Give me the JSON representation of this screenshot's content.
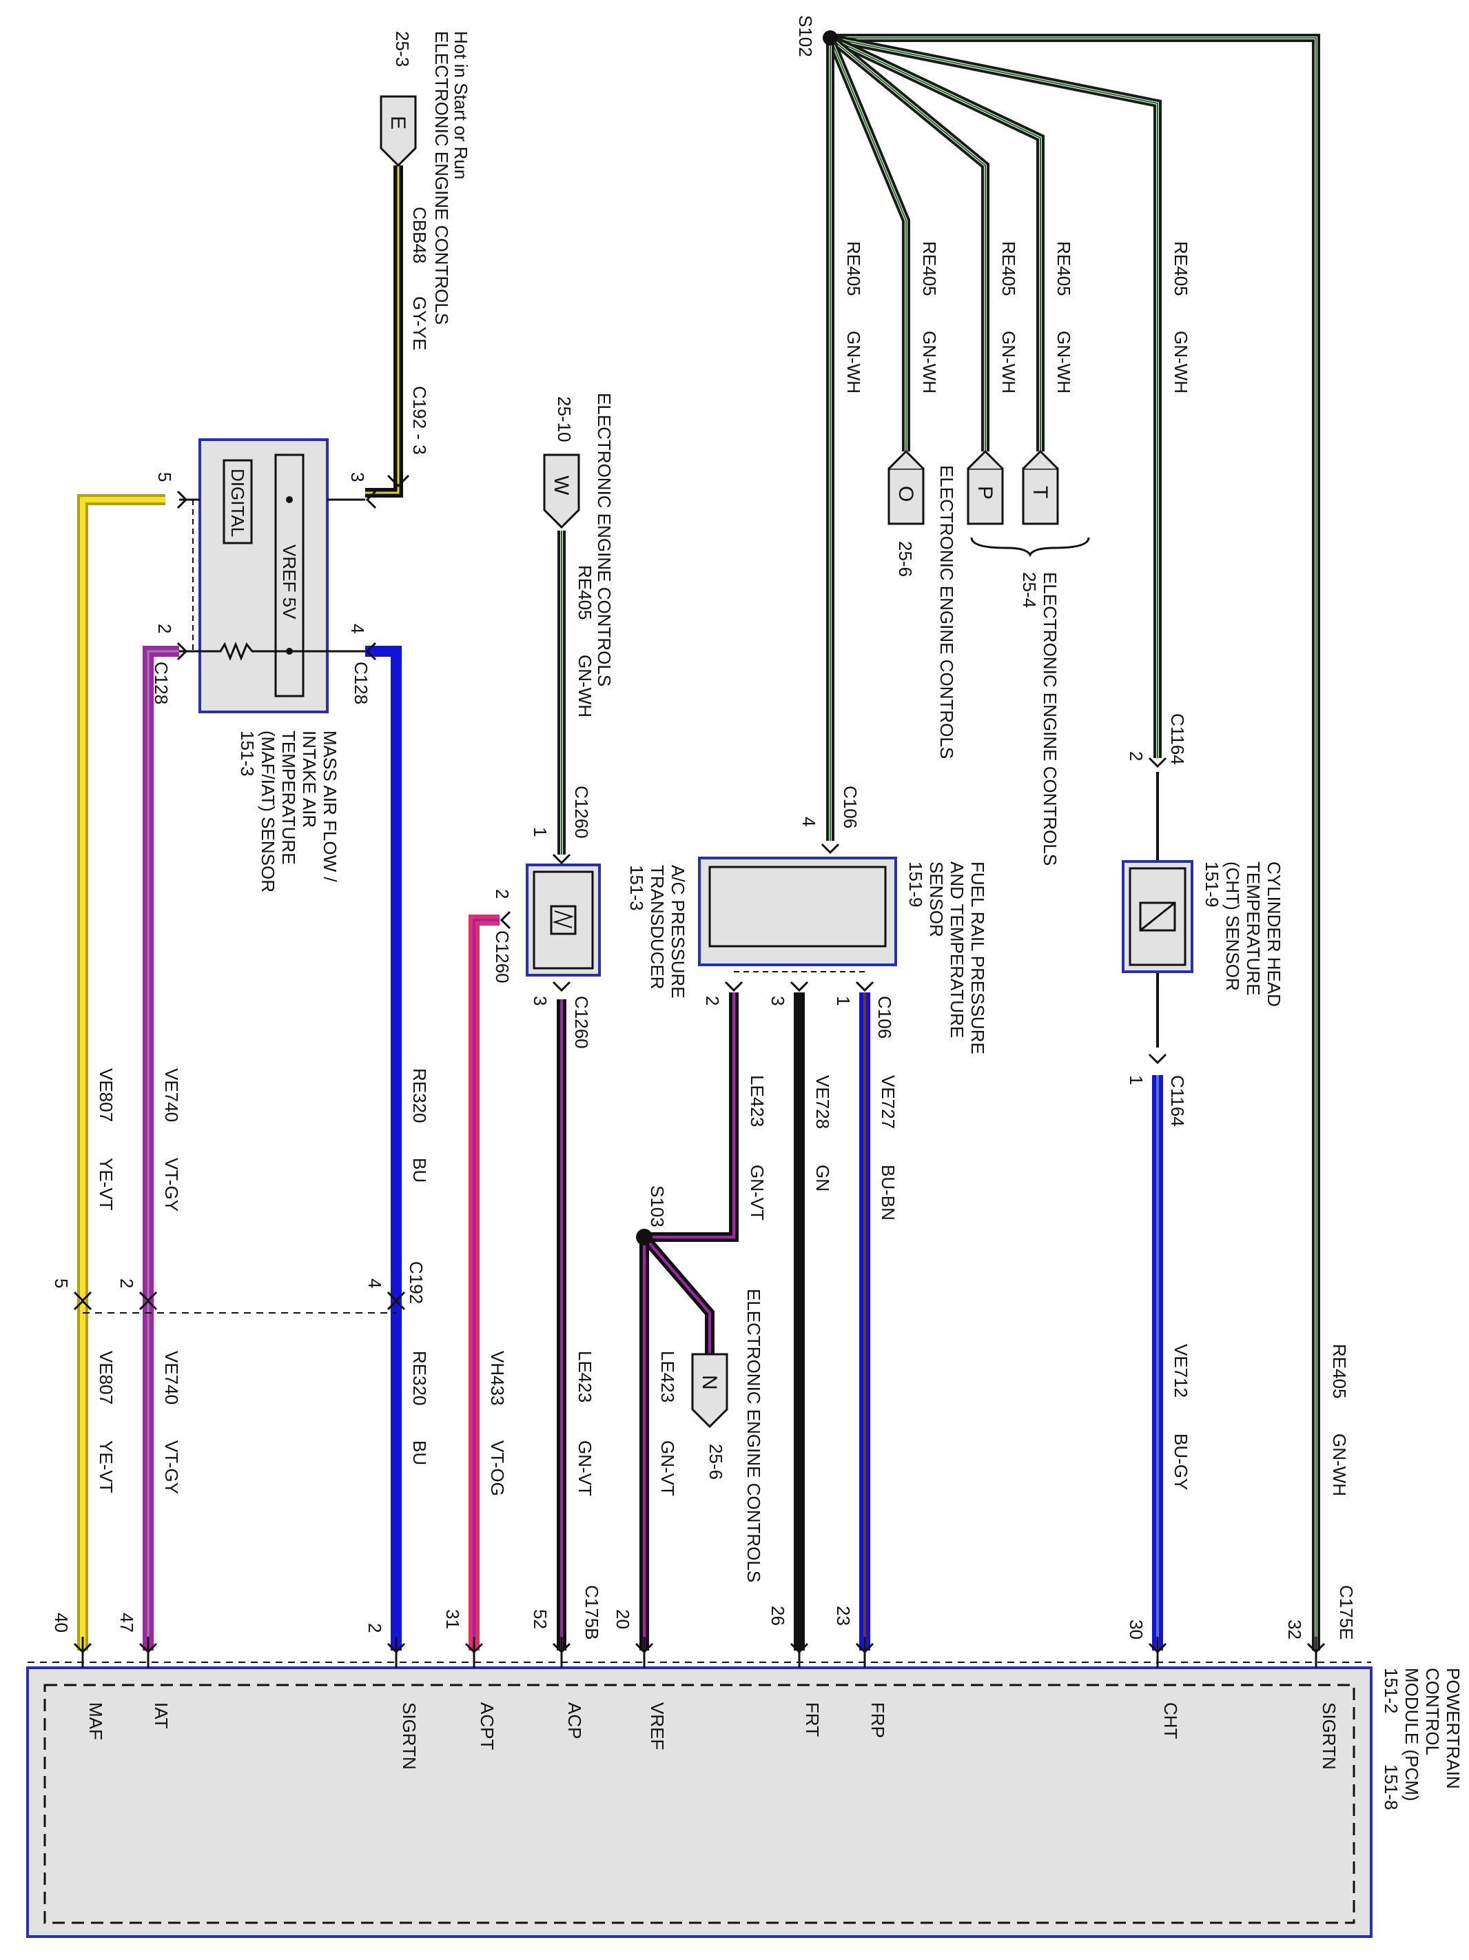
{
  "splices": {
    "s102": "S102",
    "s103": "S103"
  },
  "pcm": {
    "title_lines": [
      "POWERTRAIN",
      "CONTROL",
      "MODULE (PCM)"
    ],
    "ref_a": "151-2",
    "ref_b": "151-8",
    "connector_e": "C175E",
    "connector_b": "C175B",
    "pins": {
      "sigrtn_top": {
        "pin": "32",
        "label": "SIGRTN"
      },
      "cht": {
        "pin": "30",
        "label": "CHT"
      },
      "frp": {
        "pin": "23",
        "label": "FRP"
      },
      "frt": {
        "pin": "26",
        "label": "FRT"
      },
      "vref": {
        "pin": "20",
        "label": "VREF"
      },
      "acp": {
        "pin": "52",
        "label": "ACP"
      },
      "acpt": {
        "pin": "31",
        "label": "ACPT"
      },
      "sigrtn_bot": {
        "pin": "2",
        "label": "SIGRTN"
      },
      "iat": {
        "pin": "47",
        "label": "IAT"
      },
      "maf": {
        "pin": "40",
        "label": "MAF"
      }
    }
  },
  "cht_sensor": {
    "title_lines": [
      "CYLINDER HEAD",
      "TEMPERATURE",
      "(CHT) SENSOR"
    ],
    "ref": "151-9",
    "connector": "C1164",
    "pin_in": "2",
    "pin_out": "1"
  },
  "frp_sensor": {
    "title_lines": [
      "FUEL RAIL PRESSURE",
      "AND TEMPERATURE",
      "SENSOR"
    ],
    "ref": "151-9",
    "connector": "C106",
    "pin_top": "4",
    "pins": [
      "2",
      "3",
      "1"
    ]
  },
  "acp_sensor": {
    "title_lines": [
      "A/C PRESSURE",
      "TRANSDUCER"
    ],
    "ref": "151-3",
    "connector": "C1260",
    "pin_in": "1",
    "pin_side": "2",
    "pin_out": "3"
  },
  "maf_sensor": {
    "title_lines": [
      "MASS AIR FLOW /",
      "INTAKE AIR",
      "TEMPERATURE",
      "(MAF/IAT) SENSOR"
    ],
    "ref": "151-3",
    "connector": "C128",
    "vref_label": "VREF 5V",
    "digital_label": "DIGITAL",
    "pin_3": "3",
    "pin_5": "5",
    "pin_2": "2",
    "pin_4": "4"
  },
  "inline_connector": {
    "name": "C192",
    "top_label": "C192 - 3",
    "pins": [
      "5",
      "2",
      "4"
    ]
  },
  "power": {
    "lines": [
      "Hot in Start or Run",
      "ELECTRONIC ENGINE CONTROLS"
    ],
    "ref": "25-3",
    "flag": "E",
    "circuit": "CBB48",
    "color": "GY-YE"
  },
  "page_refs": {
    "w": {
      "flag": "W",
      "title": "ELECTRONIC ENGINE CONTROLS",
      "ref": "25-10"
    },
    "o": {
      "flag": "O",
      "title": "ELECTRONIC ENGINE CONTROLS",
      "ref": "25-6"
    },
    "pt": {
      "flags": [
        "P",
        "T"
      ],
      "title": "ELECTRONIC ENGINE CONTROLS",
      "ref": "25-4"
    },
    "n": {
      "flag": "N",
      "title": "ELECTRONIC ENGINE CONTROLS",
      "ref": "25-6"
    }
  },
  "wires": {
    "re405": {
      "circuit": "RE405",
      "color": "GN-WH"
    },
    "ve712": {
      "circuit": "VE712",
      "color": "BU-GY"
    },
    "ve727": {
      "circuit": "VE727",
      "color": "BU-BN"
    },
    "ve728": {
      "circuit": "VE728",
      "color": "GN"
    },
    "le423": {
      "circuit": "LE423",
      "color": "GN-VT"
    },
    "vh433": {
      "circuit": "VH433",
      "color": "VT-OG"
    },
    "re320": {
      "circuit": "RE320",
      "color": "BU"
    },
    "ve740": {
      "circuit": "VE740",
      "color": "VT-GY"
    },
    "ve807": {
      "circuit": "VE807",
      "color": "YE-VT"
    }
  },
  "colors": {
    "box_border": "#2a2fb0",
    "box_fill": "#e2e2e2",
    "green_white": "#1f6b1f",
    "blue": "#1414d8",
    "black": "#111111",
    "violet": "#a224a8",
    "pink": "#e0306a",
    "yellow": "#f2d21a"
  }
}
